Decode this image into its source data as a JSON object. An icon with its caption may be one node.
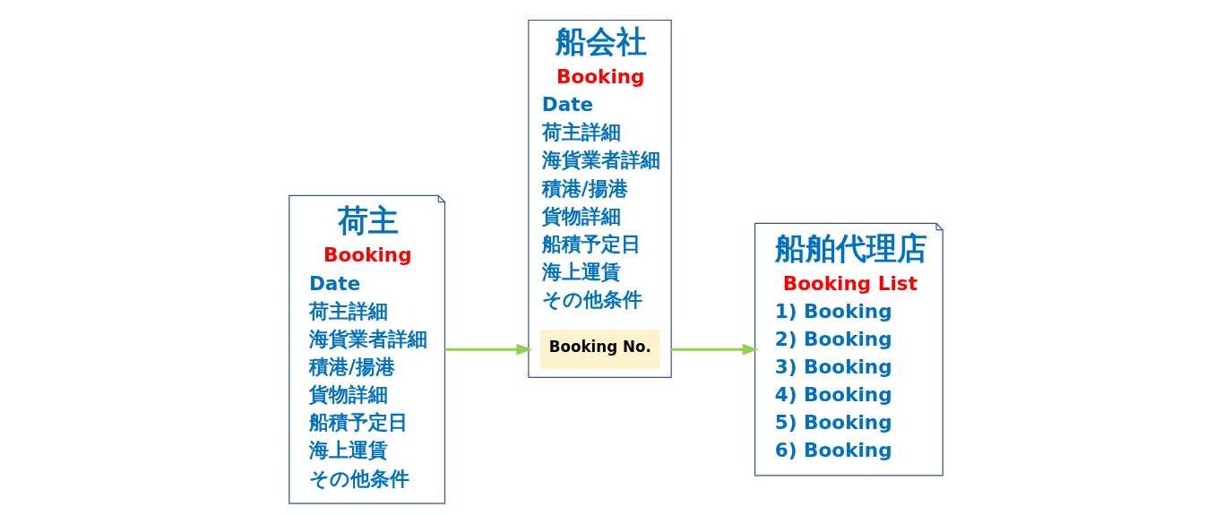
{
  "diagram": {
    "nodes": [
      {
        "text": [
          "荷主",
          "Booking",
          "Date",
          "荷主詳細",
          "海貨業者詳細",
          "積港/揚港",
          "貨物詳細",
          "船積予定日",
          "海上運賃",
          "その他条件"
        ]
      },
      {
        "text": [
          "船会社",
          "Booking",
          "Date",
          "荷主詳細",
          "海貨業者詳細",
          "積港/揚港",
          "貨物詳細",
          "船積予定日",
          "海上運賃",
          "その他条件"
        ]
      },
      {
        "text": [
          "Booking No."
        ],
        "in": 1
      },
      {
        "text": [
          "船舶代理店",
          "Booking List",
          "1) Booking",
          "2) Booking",
          "3) Booking",
          "4) Booking",
          "5) Booking",
          "6) Booking"
        ]
      }
    ],
    "edges": [
      {
        "from": 0,
        "to": 1,
        "arrow": "to",
        "color": "#92d050"
      },
      {
        "from": 1,
        "to": 3,
        "arrow": "to",
        "color": "#92d050"
      }
    ]
  }
}
